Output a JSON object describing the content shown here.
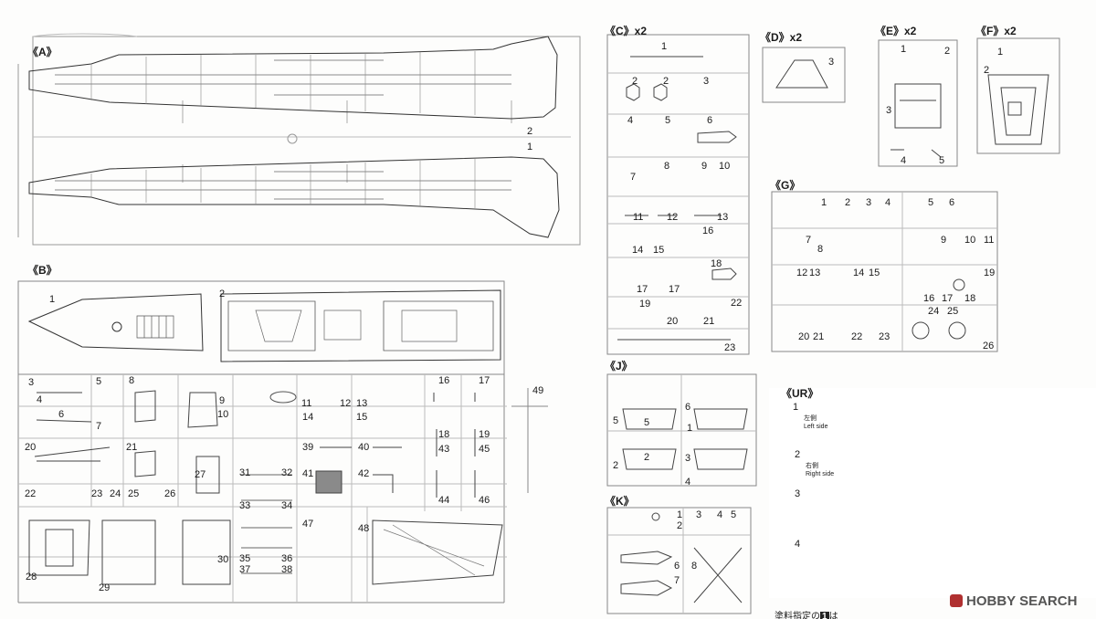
{
  "sheet": {
    "groups": {
      "A": "《A》",
      "B": "《B》",
      "C": "《C》x2",
      "D": "《D》x2",
      "E": "《E》x2",
      "F": "《F》x2",
      "G": "《G》",
      "J": "《J》",
      "K": "《K》",
      "UR": "《UR》"
    },
    "ur_legend": {
      "p1_num": "1",
      "p1_jp": "左側",
      "p1_en": "Left side",
      "p2_num": "2",
      "p2_jp": "右側",
      "p2_en": "Right side",
      "p3_num": "3",
      "p4_num": "4"
    },
    "footer_note": "塗料指定の",
    "footer_note_num": "1",
    "footer_note_end": "は",
    "watermark": "HOBBY SEARCH"
  },
  "labels": {
    "a2": "2",
    "a1": "1",
    "b1": "1",
    "b2": "2",
    "b3": "3",
    "b4": "4",
    "b5": "5",
    "b6": "6",
    "b7": "7",
    "b8": "8",
    "b9": "9",
    "b10": "10",
    "b11": "11",
    "b12": "12",
    "b13": "13",
    "b14": "14",
    "b15": "15",
    "b16": "16",
    "b17": "17",
    "b18": "18",
    "b19": "19",
    "b20": "20",
    "b21": "21",
    "b22": "22",
    "b23": "23",
    "b24": "24",
    "b25": "25",
    "b26": "26",
    "b27": "27",
    "b28": "28",
    "b29": "29",
    "b30": "30",
    "b31": "31",
    "b32": "32",
    "b33": "33",
    "b34": "34",
    "b35": "35",
    "b36": "36",
    "b37": "37",
    "b38": "38",
    "b39": "39",
    "b40": "40",
    "b41": "41",
    "b42": "42",
    "b43": "43",
    "b44": "44",
    "b45": "45",
    "b46": "46",
    "b47": "47",
    "b48": "48",
    "b49": "49",
    "c1": "1",
    "c2a": "2",
    "c2b": "2",
    "c3": "3",
    "c4": "4",
    "c5": "5",
    "c6": "6",
    "c7": "7",
    "c8": "8",
    "c9": "9",
    "c10": "10",
    "c11": "11",
    "c12": "12",
    "c13": "13",
    "c14": "14",
    "c15": "15",
    "c16": "16",
    "c17a": "17",
    "c17b": "17",
    "c18": "18",
    "c19": "19",
    "c20": "20",
    "c21": "21",
    "c22": "22",
    "c23": "23",
    "d3": "3",
    "e1": "1",
    "e2": "2",
    "e3": "3",
    "e4": "4",
    "e5": "5",
    "f1": "1",
    "f2": "2",
    "g1": "1",
    "g2": "2",
    "g3": "3",
    "g4": "4",
    "g5": "5",
    "g6": "6",
    "g7": "7",
    "g8": "8",
    "g9": "9",
    "g10": "10",
    "g11": "11",
    "g12": "12",
    "g13": "13",
    "g14": "14",
    "g15": "15",
    "g16": "16",
    "g17": "17",
    "g18": "18",
    "g19": "19",
    "g20": "20",
    "g21": "21",
    "g22": "22",
    "g23": "23",
    "g24": "24",
    "g25": "25",
    "g26": "26",
    "j5a": "5",
    "j5b": "5",
    "j6": "6",
    "j1": "1",
    "j2a": "2",
    "j2b": "2",
    "j3": "3",
    "j4": "4",
    "k1": "1",
    "k2": "2",
    "k3": "3",
    "k4": "4",
    "k5": "5",
    "k6": "6",
    "k7": "7",
    "k8": "8"
  }
}
